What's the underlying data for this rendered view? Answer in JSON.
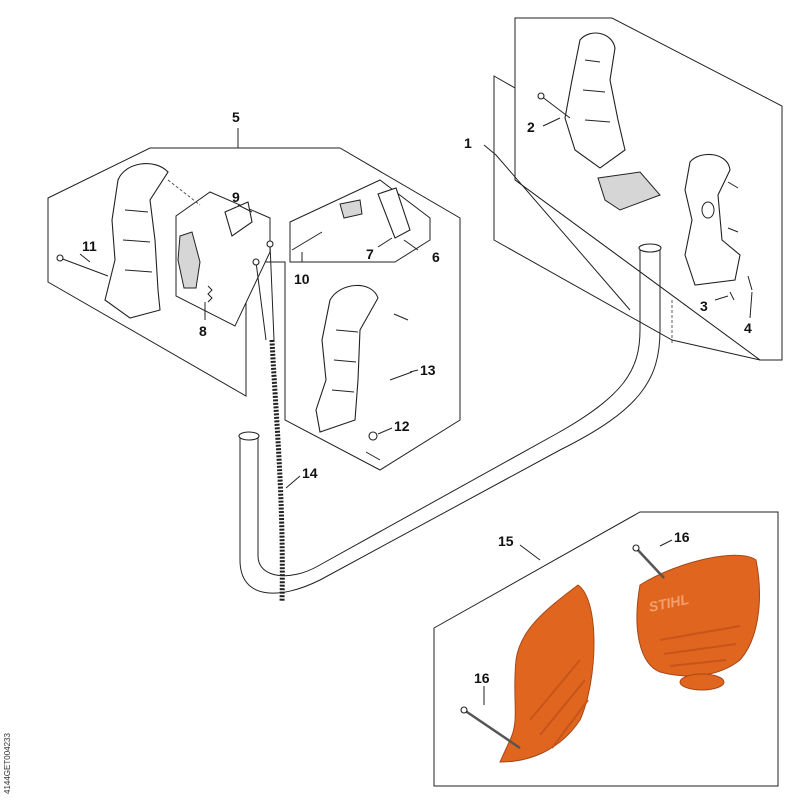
{
  "callouts": {
    "c1": "1",
    "c2": "2",
    "c3": "3",
    "c4": "4",
    "c5": "5",
    "c6": "6",
    "c7": "7",
    "c8": "8",
    "c9": "9",
    "c10": "10",
    "c11": "11",
    "c12": "12",
    "c13": "13",
    "c14": "14",
    "c15": "15",
    "c16a": "16",
    "c16b": "16"
  },
  "brand_logo": "STIHL",
  "drawing_code": "4144GET004233",
  "colors": {
    "guard_orange": "#e0661f",
    "guard_orange_dark": "#c7541a",
    "line": "#222222",
    "panel_bg": "#ffffff"
  }
}
